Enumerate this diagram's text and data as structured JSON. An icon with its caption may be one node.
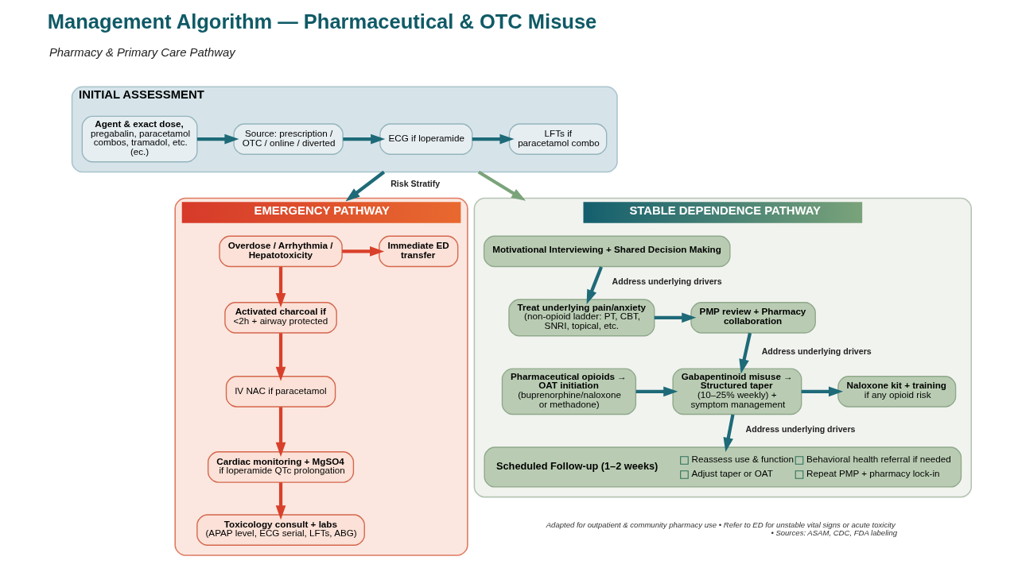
{
  "diagram": {
    "title": "Management Algorithm — Pharmaceutical & OTC Misuse",
    "nodes": [
      {
        "text": [
          "INITIAL ASSESSMENT"
        ]
      },
      {
        "text": [
          "Agent & exact dose,",
          "pregabalin, paracetamol combos, tramadol, etc. (ec.)"
        ],
        "in": 0
      },
      {
        "text": [
          "Source: prescription / OTC / online / diverted"
        ],
        "in": 0
      },
      {
        "text": [
          "ECG if loperamide"
        ],
        "in": 0
      },
      {
        "text": [
          "LFTs if paracetamol combo"
        ],
        "in": 0
      },
      {
        "text": [
          "EMERGENCY PATHWAY"
        ]
      },
      {
        "text": [
          "Overdose / Arrhythmia / Hepatotoxicity"
        ],
        "in": 5
      },
      {
        "text": [
          "Immediate ED transfer"
        ],
        "in": 5
      },
      {
        "text": [
          "Activated charcoal if",
          "<2h + airway protected"
        ],
        "in": 5
      },
      {
        "text": [
          "IV NAC if paracetamol"
        ],
        "in": 5
      },
      {
        "text": [
          "Cardiac monitoring + MgSO4",
          "if loperamide QTc prolongation"
        ],
        "in": 5
      },
      {
        "text": [
          "Toxicology consult + labs",
          "(APAP level, ECG serial, LFTs, ABG)"
        ],
        "in": 5
      },
      {
        "text": [
          "STABLE DEPENDENCE PATHWAY"
        ]
      },
      {
        "text": [
          "Motivational Interviewing + Shared Decision Making"
        ],
        "in": 12
      },
      {
        "text": [
          "Treat underlying pain/anxiety",
          "(non-opioid ladder: PT, CBT, SNRI, topical, etc."
        ],
        "in": 12
      },
      {
        "text": [
          "PMP review + Pharmacy collaboration"
        ],
        "in": 12
      },
      {
        "text": [
          "Pharmaceutical opioids → OAT initiation",
          "(buprenorphine/naloxone or methadone)"
        ],
        "in": 12
      },
      {
        "text": [
          "Gabapentinoid misuse → Structured taper",
          "(10–25% weekly) + symptom management"
        ],
        "in": 12
      },
      {
        "text": [
          "Naloxone kit + training",
          "if any opioid risk"
        ],
        "in": 12
      },
      {
        "text": [
          "Scheduled Follow-up (1–2 weeks)",
          "Reassess use & function",
          "Behavioral health referral if needed",
          "Adjust taper or OAT",
          "Repeat PMP + pharmacy lock-in"
        ],
        "in": 12
      }
    ],
    "edges": [
      {
        "from": 1,
        "to": 2,
        "arrow": "to"
      },
      {
        "from": 2,
        "to": 3,
        "arrow": "to"
      },
      {
        "from": 3,
        "to": 4,
        "arrow": "to"
      },
      {
        "from": 0,
        "to": 5,
        "arrow": "to",
        "label": "Risk Stratify"
      },
      {
        "from": 0,
        "to": 12,
        "arrow": "to",
        "color": "#7aa37a"
      },
      {
        "from": 6,
        "to": 7,
        "arrow": "to",
        "color": "#d9402b"
      },
      {
        "from": 6,
        "to": 8,
        "arrow": "to",
        "color": "#d9402b"
      },
      {
        "from": 8,
        "to": 9,
        "arrow": "to",
        "color": "#d9402b"
      },
      {
        "from": 9,
        "to": 10,
        "arrow": "to",
        "color": "#d9402b"
      },
      {
        "from": 10,
        "to": 11,
        "arrow": "to",
        "color": "#d9402b"
      },
      {
        "from": 13,
        "to": 14,
        "arrow": "to",
        "label": "Address underlying drivers"
      },
      {
        "from": 14,
        "to": 15,
        "arrow": "to"
      },
      {
        "from": 15,
        "to": 17,
        "arrow": "to",
        "label": "Address underlying drivers"
      },
      {
        "from": 16,
        "to": 17,
        "arrow": "to"
      },
      {
        "from": 17,
        "to": 18,
        "arrow": "to"
      },
      {
        "from": 17,
        "to": 19,
        "arrow": "to",
        "label": "Address underlying drivers"
      }
    ],
    "labels": [
      "Pharmacy & Primary Care Pathway",
      "Adapted for outpatient & community pharmacy use • Refer to ED for unstable vital signs or acute toxicity • Sources: ASAM, CDC, FDA labeling"
    ]
  }
}
